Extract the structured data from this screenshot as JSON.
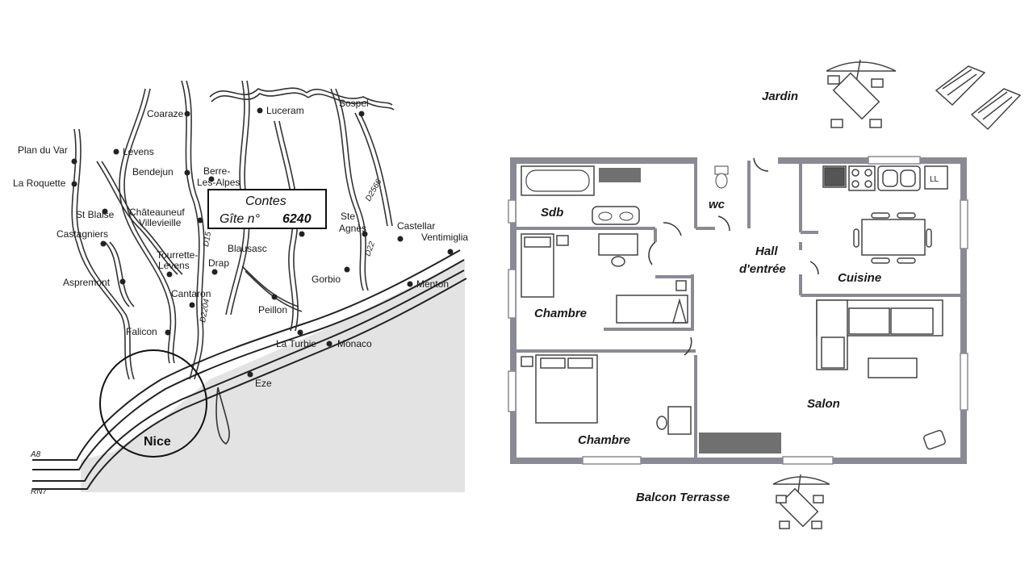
{
  "map": {
    "towns": {
      "coaraze": "Coaraze",
      "luceram": "Luceram",
      "sospel": "Sospel",
      "plan_du_var": "Plan du Var",
      "levens": "Levens",
      "bendejun": "Bendejun",
      "berre": "Berre-",
      "les_alpes": "Les-Alpes",
      "la_roquette": "La Roquette",
      "st_blaise": "St Blaise",
      "chateauneuf": "Châteauneuf",
      "villevieille": "Villevieille",
      "ste": "Ste",
      "agnes": "Agnès",
      "castellar": "Castellar",
      "ventimiglia": "Ventimiglia",
      "castagniers": "Castagniers",
      "tourrette": "Tourrette-",
      "levens2": "Levens",
      "blausasc": "Blausasc",
      "drap": "Drap",
      "aspremont": "Aspremont",
      "gorbio": "Gorbio",
      "menton": "Menton",
      "cantaron": "Cantaron",
      "peillon": "Peillon",
      "falicon": "Falicon",
      "la_turbie": "La Turbie",
      "monaco": "Monaco",
      "eze": "Eze",
      "nice": "Nice"
    },
    "roads": {
      "a8": "A8",
      "rn7": "RN7",
      "d15": "D15",
      "d2204": "D2204",
      "d2566": "D2566",
      "d22": "D22"
    },
    "gite_box": {
      "line1": "Contes",
      "line2_prefix": "Gîte n°",
      "gite_number": "6240"
    }
  },
  "plan": {
    "rooms": {
      "jardin": "Jardin",
      "sdb": "Sdb",
      "wc": "wc",
      "hall_line1": "Hall",
      "hall_line2": "d'entrée",
      "cuisine": "Cuisine",
      "chambre_top": "Chambre",
      "chambre_bottom": "Chambre",
      "salon": "Salon",
      "balcon": "Balcon Terrasse"
    },
    "appliance_labels": {
      "ll": "LL"
    }
  },
  "colors": {
    "wall": "#8a8a95",
    "sea": "#e3e3e3",
    "road_outline": "#333333"
  }
}
